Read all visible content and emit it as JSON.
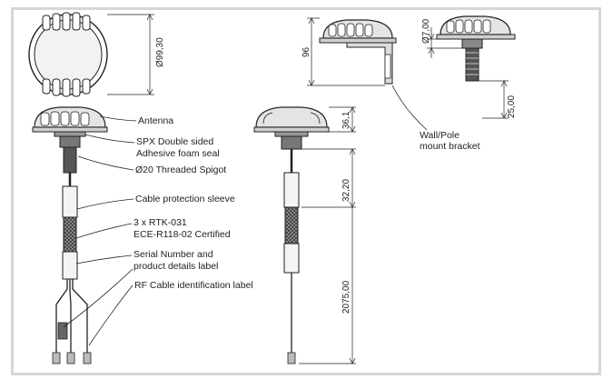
{
  "callouts": {
    "antenna": "Antenna",
    "seal_line1": "SPX Double sided",
    "seal_line2": "Adhesive foam seal",
    "spigot": "Ø20 Threaded Spigot",
    "sleeve": "Cable protection sleeve",
    "rtk_line1": "3 x RTK-031",
    "rtk_line2": "ECE-R118-02 Certified",
    "serial_line1": "Serial Number and",
    "serial_line2": "product details label",
    "rf_label": "RF Cable identification label",
    "bracket_line1": "Wall/Pole",
    "bracket_line2": "mount bracket"
  },
  "dimensions": {
    "diameter_top": "Ø99,30",
    "height_side": "96",
    "diameter_spigot": "Ø7,00",
    "bracket_depth": "25,00",
    "dome_height": "36,1",
    "spigot_length": "32,20",
    "cable_length": "2075,00"
  },
  "colors": {
    "frame": "#d6d6d6",
    "line": "#222222",
    "dome": "#e4e4e4",
    "cable": "#555555"
  }
}
